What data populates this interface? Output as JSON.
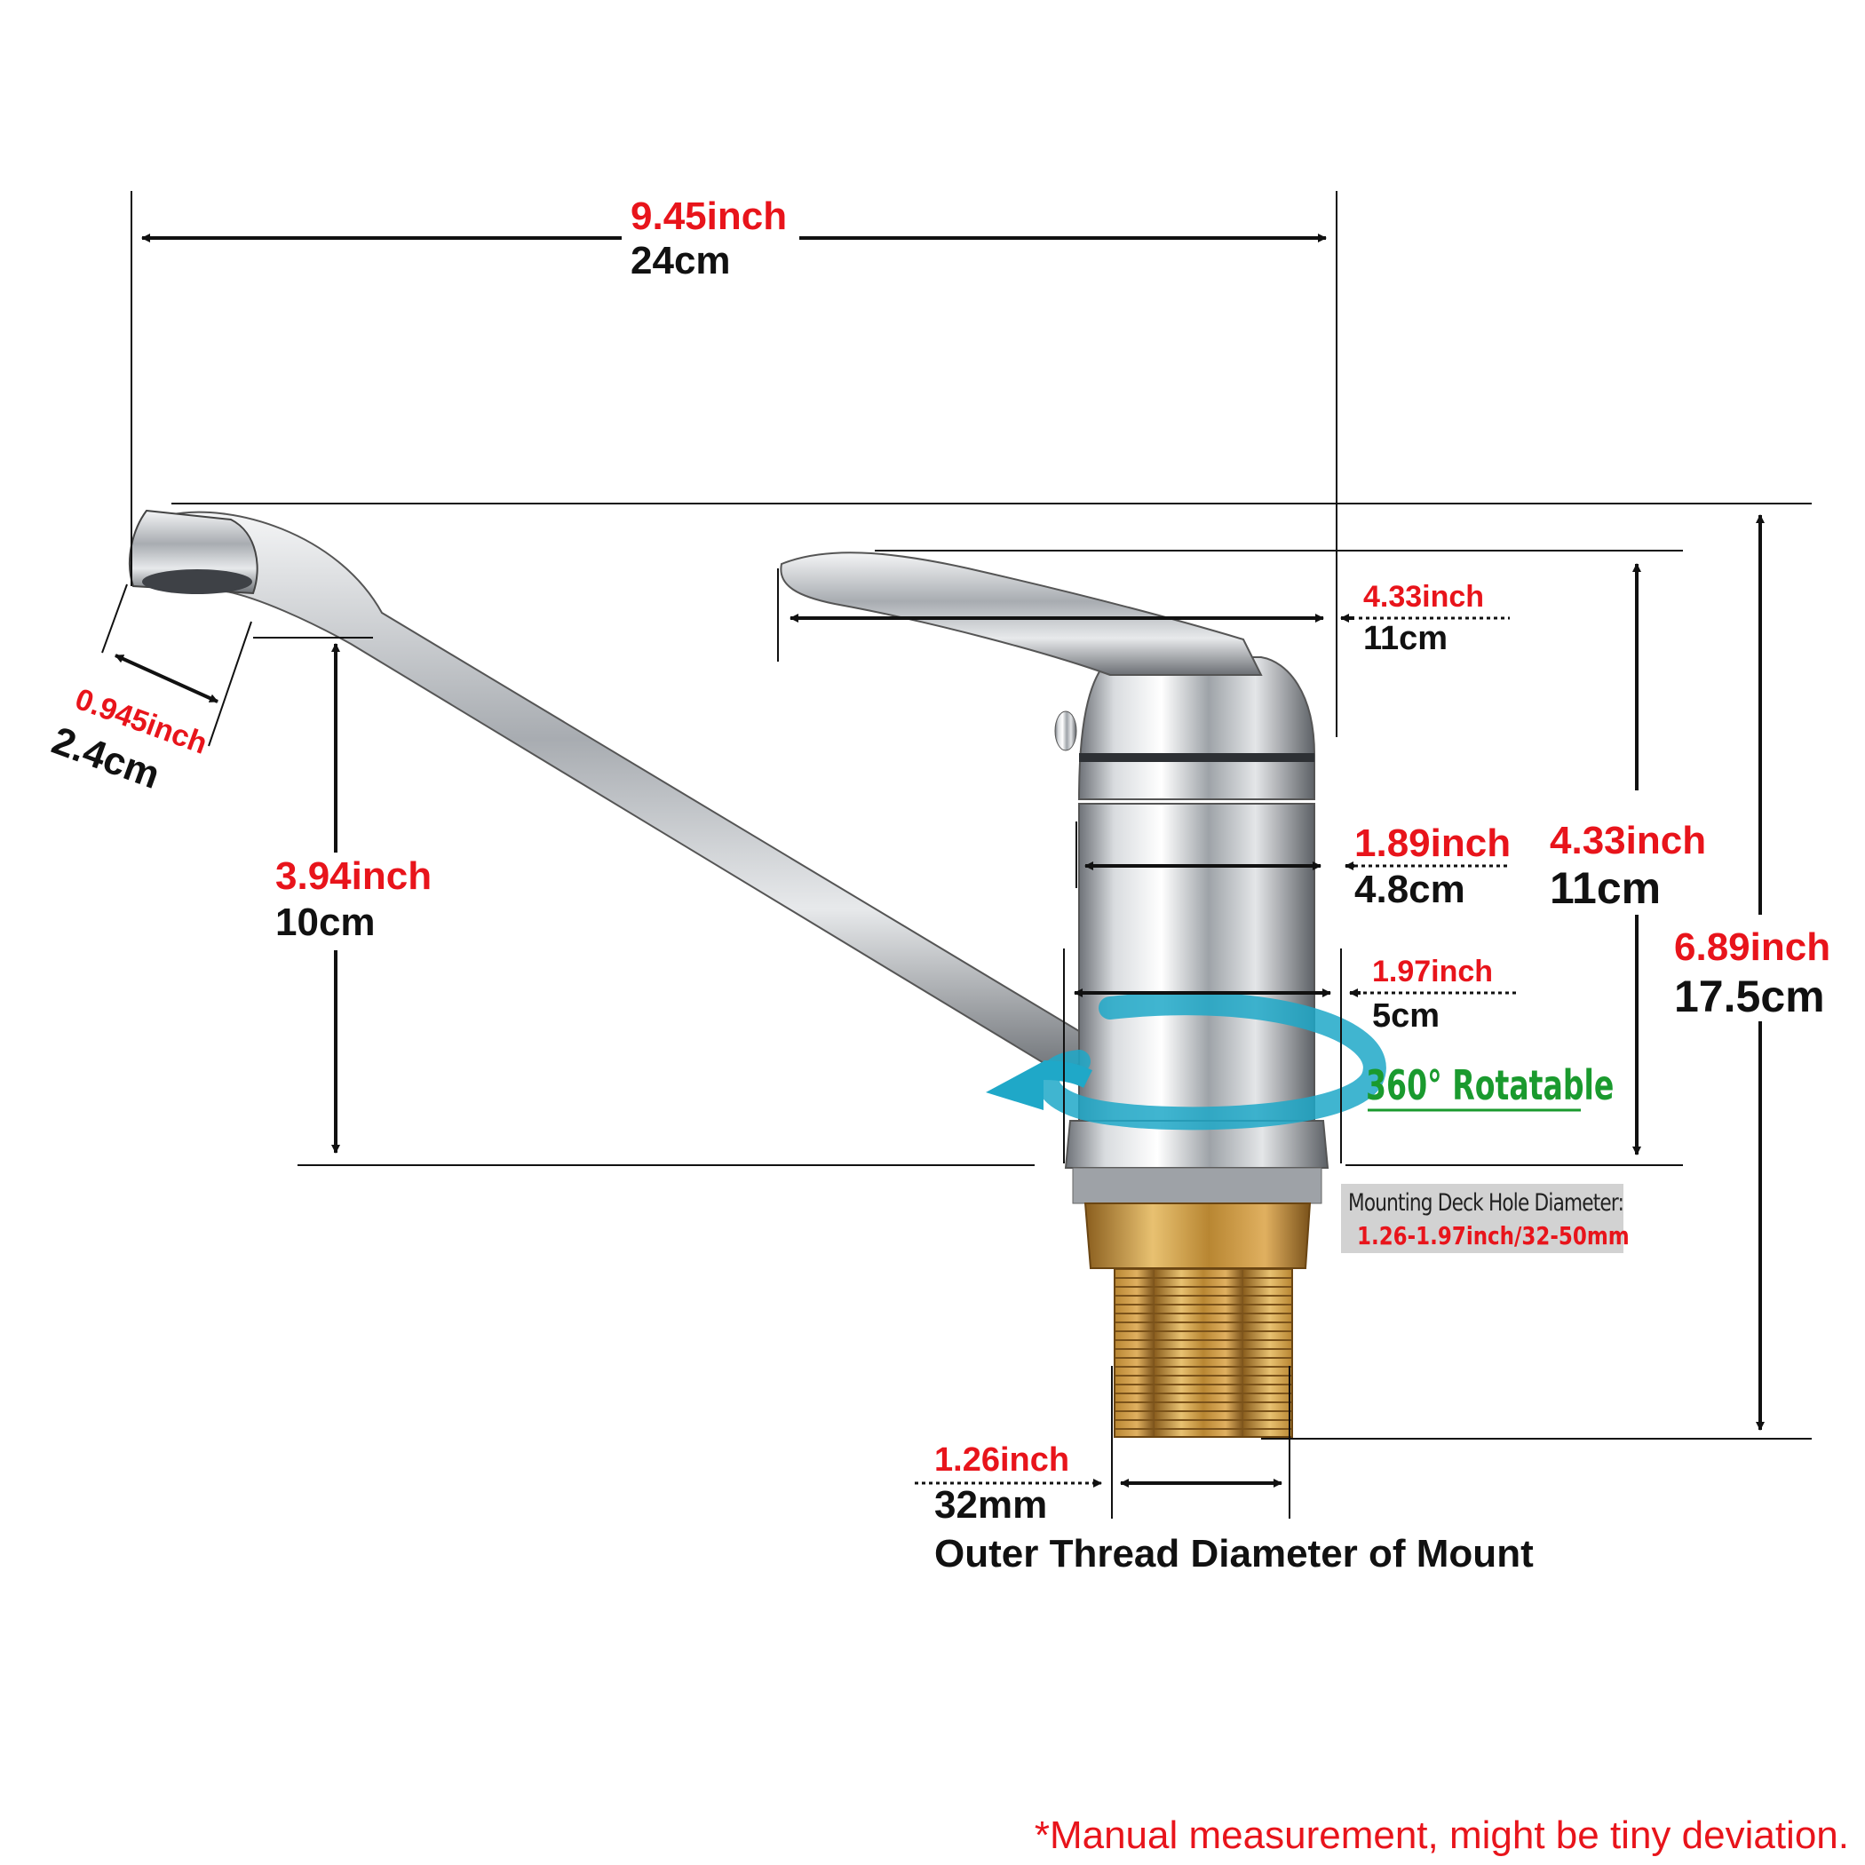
{
  "dimensions": {
    "overall_length": {
      "inch": "9.45inch",
      "cm": "24cm"
    },
    "handle_length": {
      "inch": "4.33inch",
      "cm": "11cm"
    },
    "aerator": {
      "inch": "0.945inch",
      "cm": "2.4cm"
    },
    "spout_height": {
      "inch": "3.94inch",
      "cm": "10cm"
    },
    "body_diameter_upper": {
      "inch": "1.89inch",
      "cm": "4.8cm"
    },
    "body_diameter_lower": {
      "inch": "1.97inch",
      "cm": "5cm"
    },
    "body_height": {
      "inch": "4.33inch",
      "cm": "11cm"
    },
    "total_height": {
      "inch": "6.89inch",
      "cm": "17.5cm"
    },
    "thread_diameter": {
      "inch": "1.26inch",
      "mm": "32mm",
      "title": "Outer Thread Diameter of Mount"
    }
  },
  "rotation_label": "360° Rotatable",
  "mounting": {
    "title": "Mounting Deck Hole Diameter:",
    "value": "1.26-1.97inch/32-50mm"
  },
  "note": "*Manual measurement, might be tiny deviation.",
  "colors": {
    "label_red": "#e8141b",
    "label_black": "#111111",
    "rotation_green": "#1a9a2e",
    "arrow_blue": "#1fa8c8",
    "brass": "#c8962e",
    "chrome": "#c9ccd0"
  }
}
